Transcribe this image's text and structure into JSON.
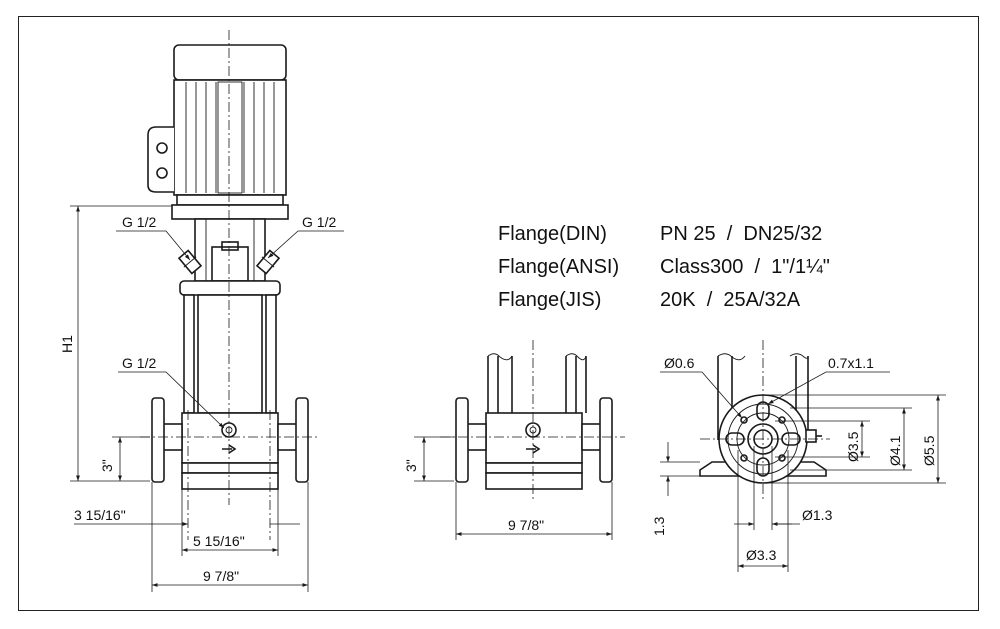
{
  "spec_table": {
    "rows": [
      {
        "label": "Flange(DIN)",
        "value": "PN 25  /  DN25/32"
      },
      {
        "label": "Flange(ANSI)",
        "value": "Class300  /  1\"/1¼\""
      },
      {
        "label": "Flange(JIS)",
        "value": "20K  /  25A/32A"
      }
    ]
  },
  "labels": {
    "g_left": "G 1/2",
    "g_right": "G 1/2",
    "g_lower": "G 1/2",
    "h1": "H1",
    "left_inlet_height": "3\"",
    "left_offset": "3 15/16\"",
    "left_base_span": "5 15/16\"",
    "left_flange_span": "9 7/8\"",
    "mid_inlet_height": "3\"",
    "mid_flange_span": "9 7/8\"",
    "hole_dia": "Ø0.6",
    "slot": "0.7x1.1",
    "bolt_circle_1": "Ø3.5",
    "bolt_circle_2": "Ø4.1",
    "flange_outer": "Ø5.5",
    "bore": "Ø1.3",
    "raised_face": "Ø3.3",
    "base_height": "1.3"
  }
}
